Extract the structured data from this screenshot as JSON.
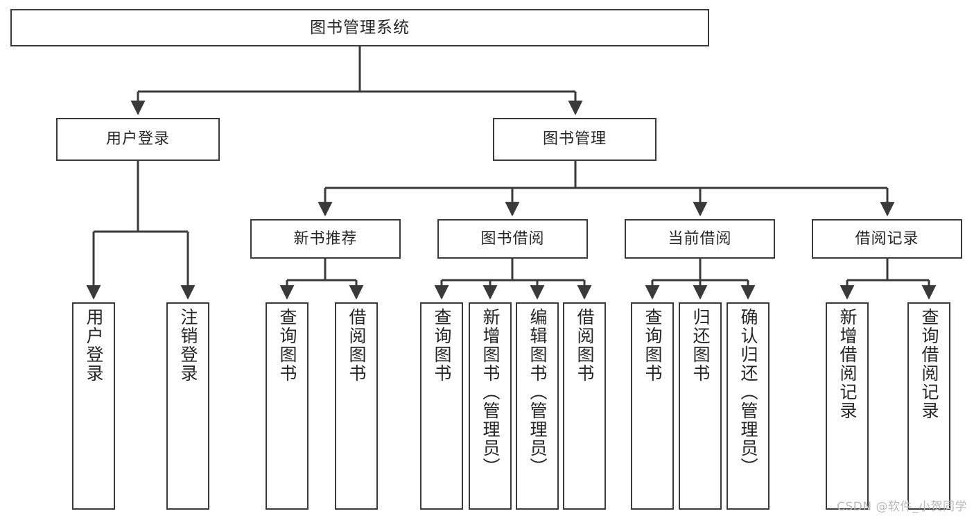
{
  "diagram": {
    "title": "图书管理系统",
    "watermark": "CSDN @软件_小贺同学",
    "type": "tree-hierarchy-diagram"
  },
  "nodes": {
    "root": {
      "label": "图书管理系统"
    },
    "level2": [
      {
        "label": "用户登录"
      },
      {
        "label": "图书管理"
      }
    ],
    "level3": [
      {
        "label": "新书推荐"
      },
      {
        "label": "图书借阅"
      },
      {
        "label": "当前借阅"
      },
      {
        "label": "借阅记录"
      }
    ],
    "leaves": {
      "user_login": [
        {
          "label": "用户登录"
        },
        {
          "label": "注销登录"
        }
      ],
      "new_book_recommend": [
        {
          "label": "查询图书"
        },
        {
          "label": "借阅图书"
        }
      ],
      "book_borrow": [
        {
          "label": "查询图书"
        },
        {
          "label": "新增图书（管理员）"
        },
        {
          "label": "编辑图书（管理员）"
        },
        {
          "label": "借阅图书"
        }
      ],
      "current_borrow": [
        {
          "label": "查询图书"
        },
        {
          "label": "归还图书"
        },
        {
          "label": "确认归还（管理员）"
        }
      ],
      "borrow_record": [
        {
          "label": "新增借阅记录"
        },
        {
          "label": "查询借阅记录"
        }
      ]
    }
  },
  "colors": {
    "box_border": "#3a3a3a",
    "box_fill": "#ffffff",
    "connector": "#3a3a3a",
    "text": "#262626",
    "watermark": "#b9b9b9"
  }
}
